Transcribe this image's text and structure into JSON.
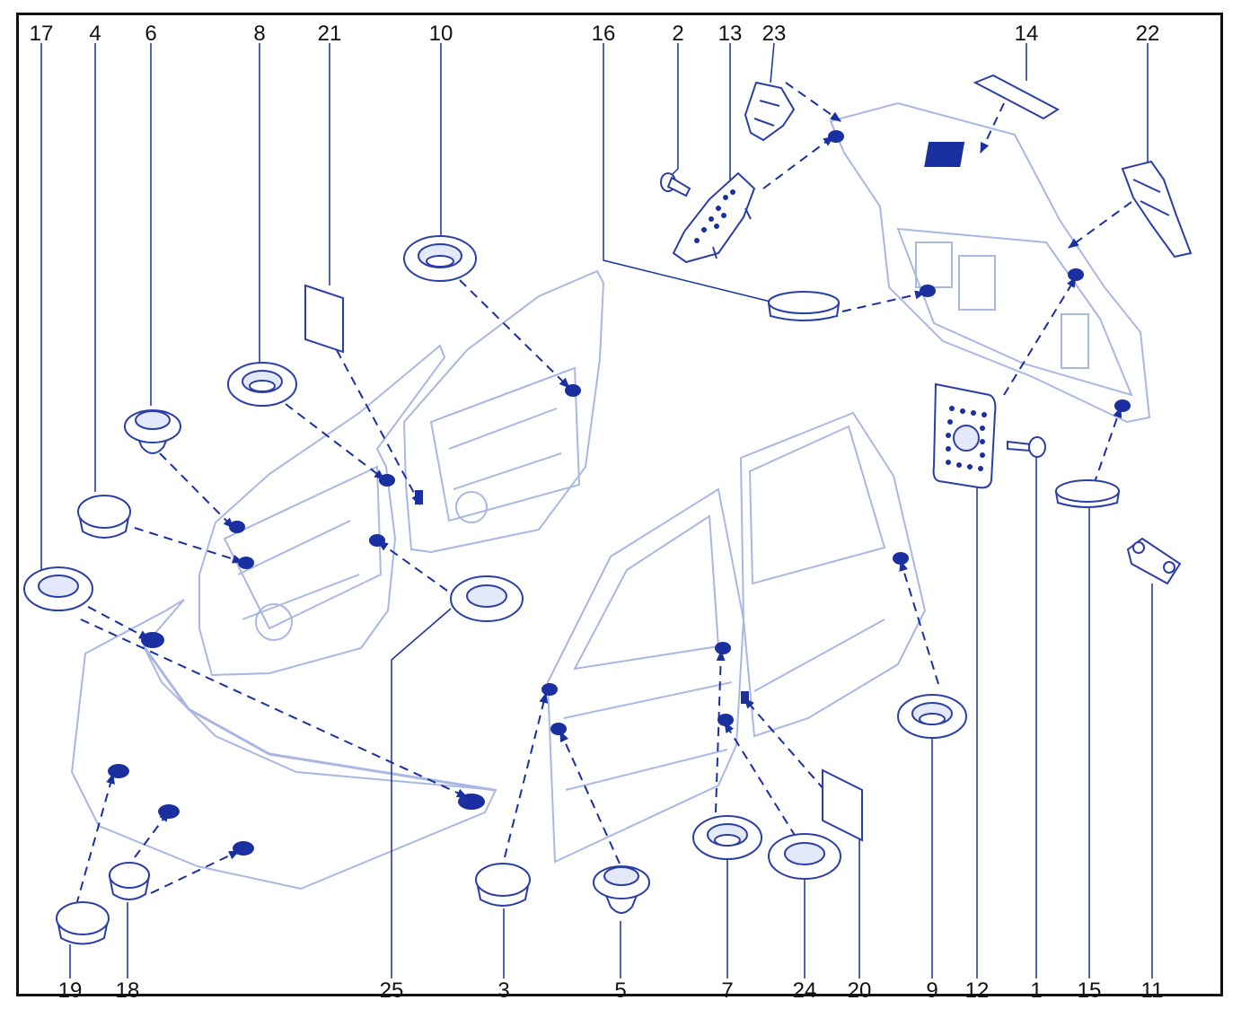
{
  "colors": {
    "line": "#2b3ea8",
    "fill_dark": "#1a2fa0",
    "fill_light": "#e3e9f8",
    "ghost": "#a9b8e2",
    "frame": "#111111",
    "text": "#111111"
  },
  "callouts_top": [
    "17",
    "4",
    "6",
    "8",
    "21",
    "10",
    "16",
    "2",
    "13",
    "23",
    "14",
    "22"
  ],
  "callouts_bottom": [
    "19",
    "18",
    "25",
    "3",
    "5",
    "7",
    "24",
    "20",
    "9",
    "12",
    "1",
    "15",
    "11"
  ]
}
